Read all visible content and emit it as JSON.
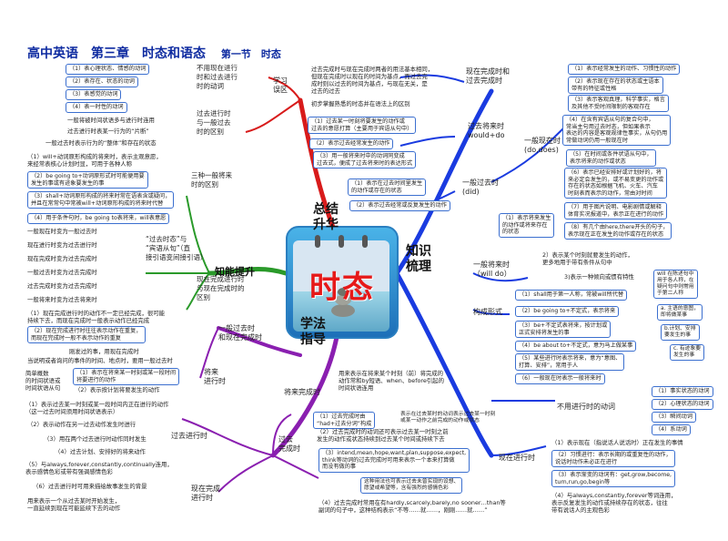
{
  "header": {
    "title": "高中英语　第三章　时态和语态",
    "section": "第一节　时态"
  },
  "center": {
    "word": "时态"
  },
  "branches": {
    "zongjie": "总结\n升华",
    "zhishi": "知识\n梳理",
    "zhineng": "知能提升",
    "xuefa": "学法\n指导"
  },
  "nodes": {
    "xuexi_wuqu": "学习\n误区",
    "bulijin": "不用现在进行\n时和过去进行\n时的动词",
    "l1": "（1）表心理状态、情感的动词",
    "l2": "（2）表存在、状态的动词",
    "l3": "（3）表感觉的动词",
    "l4": "（4）表一时性的动词",
    "guoqu_vs": "过去进行时\n与一般过去\n时的区别",
    "vs1": "一般将被时间状语多与进行时连用",
    "vs2": "过去进行时表某一行为的“片断”",
    "vs3": "一般过去时表示行为的“整体”和存在的状态",
    "xianzai_wancheng": "现在完成时和\n过去完成时",
    "xw_desc": "过去完成时与现在完成时两者的用法基本相同，\n但现在完成时以现在的时间为基点，而过去完\n成时则以过去的时间为基点，与现在无关，是\n过去的过去",
    "xw_tip": "初步掌握熟悉的时态并在语法上的区别",
    "guoqu_jianglai": "过去将来时\nwould+do",
    "gj1": "（1）过去某一时刻将要发生的动作或\n过去的意愿打算（主要用于宾语从句中）",
    "gj2": "（2）表示过去经常发生的动作",
    "gj3": "（3）用一般将来时中的动词同变成\n过去式，便成了过去将来时的表达形式",
    "yiban_guoqu": "一般过去时\n(did)",
    "yg1": "（1）表示在过去时间里发生\n的动作或存在的状态",
    "yg2": "（2）表示过去经常或反复发生的动作",
    "yiban_xianzai": "一般现在时\n(do,does)",
    "yx1": "（1）表示经常发生的动作、习惯性的动作",
    "yx2": "（2）表示现在存在的状态或主语本\n带有的特征或性格",
    "yx3": "（3）表示客观真理，科学事实，格言\n及其他不受时间限制的客观存在",
    "yx4": "（4）在含有宾语从句的复合句中，\n常当主句用过去时态，但如果表示\n表达的内容是客观规律性事实，从句仍用\n常做动词仍用一般现在时",
    "yx5": "（5）在时间或条件状语从句中，\n表示将来的动作或状态",
    "yx6": "（6）表示已经安排好或计划好的，将\n来必定会发生的，或不易变更的动作或\n存在的状态如根据飞机、火车、汽车\n时刻表而表示的动作，常由对时间",
    "yx7": "（7）用于图片说明、电影剧情或解释\n体育实况报道中，表示正在进行的动作",
    "yx8": "（8）有几个由here,there开头的句子，\n表示现在正在发生的动作或存在的状态",
    "yijiang": "一般将来时\n（will do）",
    "yj1": "（1）表示将来发生\n的动作或将来存在\n的状态",
    "yj2": "2）表示某个时刻就要发生的动作，\n更多地用于带有条件从句中",
    "yj3": "3)表示一种倾向或惯有特性",
    "yj_note": "will 在陈述句中\n用于各人称，在\n疑问句中则常用\n于第二人称",
    "gouchengxingshi": "构成形式",
    "gc1": "（1）shall用于第一人称，常被will所代替",
    "gc2": "（2）be going to+不定式，表示将来",
    "gc2a": "a. 主语的意图，\n即将做某事",
    "gc2b": "b.计划、安排\n要发生的事",
    "gc2c": "c. 有迹象要\n发生的事",
    "gc3": "（3）be+不定式表将来，按计划或\n正式安排将发生的事",
    "gc4": "（4）be about to+不定式，意为马上做某事",
    "gc5": "（5）某些进行时表示将来，意为“意图、\n打算、安排”，常用于人",
    "gc6": "（6）一般现在时表示一般将来时",
    "bujinxing": "不用进行时的动词",
    "bj1": "（1）事实状态的动词",
    "bj2": "（2）心理状态的动词",
    "bj3": "（3）瞬间动词",
    "bj4": "（4）系动词",
    "xianzai_jinxing": "现在进行时",
    "xj1": "（1）表示现在（指说话人说话时）正在发生的事情",
    "xj2": "（2）习惯进行：表示长期的或重复性的动作，\n说话时动作未必正在进行",
    "xj3": "（3）表示渐变的动词有：get,grow,become,\nturn,run,go,begin等",
    "xj4": "（4）与always,constantly,forever等词连用，\n表示反复发生的动作或持续存在的状态，往往\n带有说话人的主观色彩",
    "sanzhong": "三种一般将来\n时的区别",
    "sz1": "（1）will+动词原形构成的将来时，表示主观意愿，\n来经常表核心计划时显，可用于各种人称",
    "sz2": "（2）be going to+动词原形式时可能便用要\n发生的事或有迹象要发生的事",
    "sz3": "（3）shall+动词原形构成的将来时常在语表含或疑问，\n并且在常常句中常被will+动词原形构成的将来时代替",
    "sz4": "（4）用于条件句时，be going to表将来，will表意愿",
    "yiban_shuofa": "“过去时态”与\n“宾语从句”（直\n接引语变间接引语）",
    "ys1": "一般现在时变为一般过去时",
    "ys2": "现在进行时变为过去进行时",
    "ys3": "现在完成时变为过去完成时",
    "ys4": "一般过去时变为过去完成时",
    "ys5": "过去完成时变为过去完成时",
    "ys6": "一般将来时变为过去将来时",
    "xzwj_qubie": "现在完成进行时\n与现在完成时的\n区别",
    "xq1": "（1）现在完成进行时的动作不一定已经完成，很可能\n持续下去，而现在完成时一般表示动作已经完成",
    "xq2": "（2）现在完成进行时往往表示动作在重复，\n而现在完成时一般不表示动作的重复",
    "ybgq_xzwc": "一般过去时\n和现在完成时",
    "yx_c1": "刚发过的事，用现在完成时",
    "yx_c2": "当说明或者询问的事件的时间、地点时，要用一般过去时",
    "jianglai_jinxing": "将来\n进行时",
    "jj1": "（1）表示在将来某一时刻或某一段时间\n将要进行的动作",
    "jj2": "（2）表示按计划将要发生的动作",
    "jj_side": "简单概数\n的时间状语或\n时间状语从句",
    "gqjx": "过去进行时",
    "gx1": "（1）表示过去某一时刻或某一段时间内正在进行的动作\n（这一过去时间须用时间状语表示）",
    "gx2": "（2）表示动作在另一过去动作发生时进行",
    "gx3": "（3）用在两个过去进行时动作同时发生",
    "gx4": "（4）过去计划、安排好的将来动作",
    "gx5": "（5）与always,forever,constantly,continually连用，\n表示感情色彩或带有强调感情色彩",
    "gx6": "（6）过去进行时可用来描绘故事发生的背景",
    "xzwj": "现在完成\n进行时",
    "xzwj_desc": "用来表示一个从过去某时开始发生，\n一直延续到现在可能延续下去的动作",
    "jiang_wancheng": "将来完成时",
    "jw_desc": "用来表示在将来某个时刻（前）将完成的\n动作常和by短语、when、before引起的\n时间状语连用",
    "jw1": "（1）过去完成时由\n“had+过去分词”构成",
    "jw1b": "表示在过去某时的动词表示过去某一时刻\n或某一动作之前完成的动作或状态",
    "gqwc": "过去\n完成时",
    "gw2": "（2）过去完成时的动词还可表示过去某一时刻之前\n发生的动作或状态持续到过去某个时间或持续下去",
    "gw3": "（3）intend,mean,hope,want,plan,suppose,expect,\nthink等动词的过去完成时可用来表示一个本来打算做\n而没有做的事",
    "gw3b": "这种用法也可表示过去未曾实现的设想、\n愿望或希望等，含有强烈的感情色彩",
    "gw4": "（4）过去完成时常用在有hardly,scarcely,barely,no sooner…than等\n副词的句子中，这种结构表示“不等……就……，刚刚……就……”"
  },
  "colors": {
    "red": "#d81b1b",
    "blue": "#1a3be0",
    "green": "#2a9a2a",
    "purple": "#8a1fb0",
    "orange": "#e08a10",
    "magenta": "#d61f8f"
  }
}
